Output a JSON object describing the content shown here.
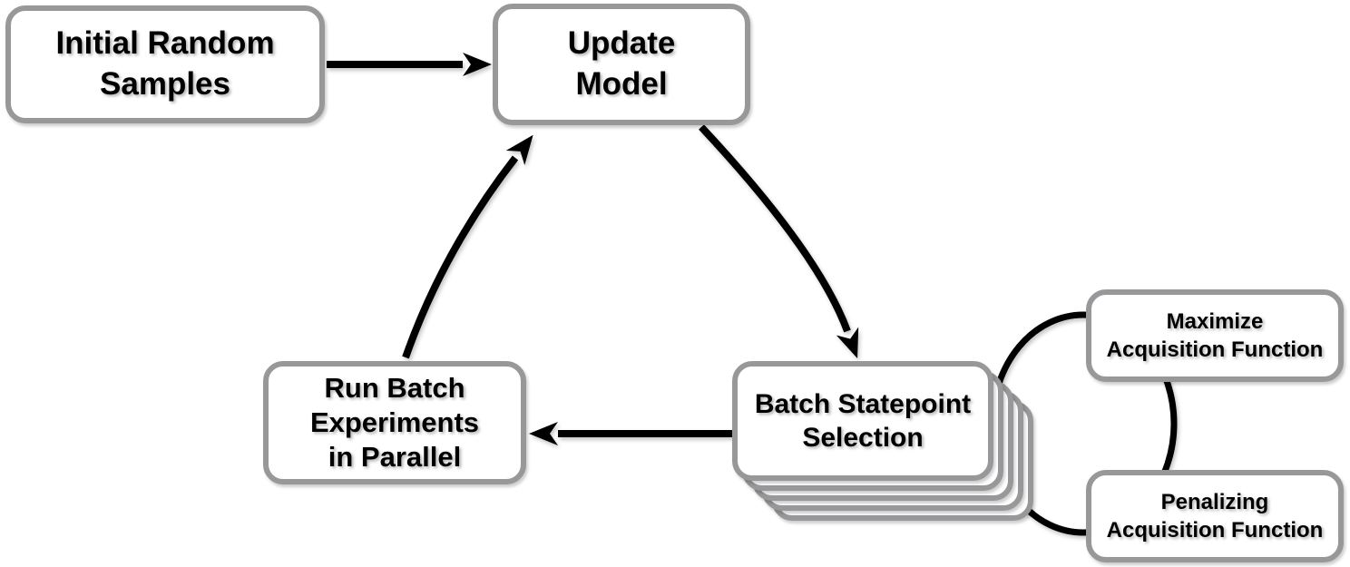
{
  "diagram_type": "flowchart",
  "nodes": [
    {
      "id": "initial-random-samples",
      "lines": [
        "Initial Random",
        "Samples"
      ]
    },
    {
      "id": "update-model",
      "lines": [
        "Update",
        "Model"
      ]
    },
    {
      "id": "run-batch-experiments",
      "lines": [
        "Run Batch",
        "Experiments",
        "in Parallel"
      ]
    },
    {
      "id": "batch-statepoint-selection",
      "lines": [
        "Batch Statepoint",
        "Selection"
      ],
      "stacked_cards": 5
    },
    {
      "id": "maximize-acquisition",
      "lines": [
        "Maximize",
        "Acquisition Function"
      ]
    },
    {
      "id": "penalizing-acquisition",
      "lines": [
        "Penalizing",
        "Acquisition Function"
      ]
    }
  ],
  "edges": [
    {
      "from": "initial-random-samples",
      "to": "update-model",
      "type": "straight-arrow"
    },
    {
      "from": "update-model",
      "to": "batch-statepoint-selection",
      "type": "curved-arrow"
    },
    {
      "from": "batch-statepoint-selection",
      "to": "run-batch-experiments",
      "type": "straight-arrow"
    },
    {
      "from": "run-batch-experiments",
      "to": "update-model",
      "type": "curved-arrow"
    },
    {
      "between": [
        "batch-statepoint-selection",
        "maximize-acquisition",
        "penalizing-acquisition"
      ],
      "type": "cycle-circle"
    }
  ],
  "colors": {
    "border_gray": "#98989a",
    "arrow_black": "#000000",
    "text_black": "#000000",
    "background": "#ffffff"
  }
}
